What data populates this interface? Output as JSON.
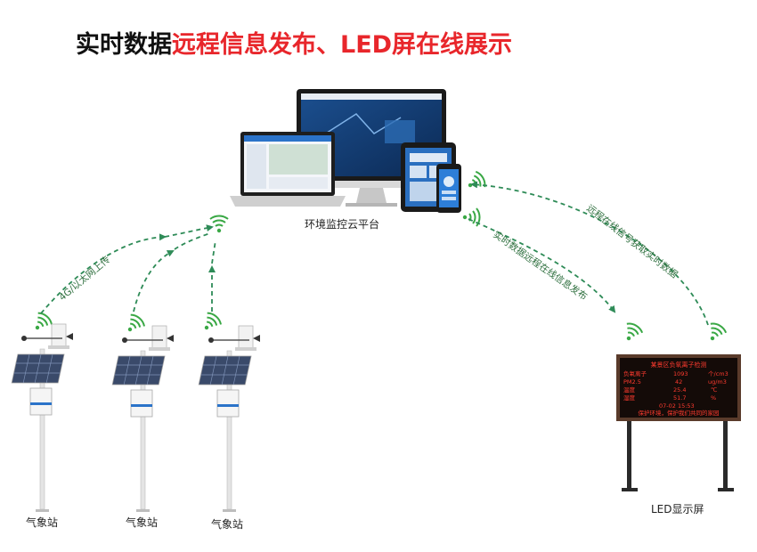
{
  "title": {
    "black": "实时数据",
    "red": "远程信息发布、LED屏在线展示"
  },
  "platform": {
    "label": "环境监控云平台"
  },
  "stations": [
    {
      "label": "气象站"
    },
    {
      "label": "气象站"
    },
    {
      "label": "气象站"
    }
  ],
  "led": {
    "label": "LED显示屏",
    "screen_title": "某景区负氧离子检测",
    "rows": [
      {
        "name": "负氧离子",
        "value": "1093",
        "unit": "个/cm3"
      },
      {
        "name": "PM2.5",
        "value": "42",
        "unit": "ug/m3"
      },
      {
        "name": "温度",
        "value": "25.4",
        "unit": "℃"
      },
      {
        "name": "湿度",
        "value": "51.7",
        "unit": "%"
      }
    ],
    "datetime": "07-02 15:53",
    "slogan": "保护环境，保护我们共同的家园"
  },
  "links": {
    "upload": "4G/以太网上传",
    "to_led": "实时数据远程在线信息发布",
    "from_led": "远程在线信号获取实时数据"
  },
  "colors": {
    "accent_red": "#e8262b",
    "link_green": "#2e8b57",
    "wifi_green": "#3aa845",
    "led_red": "#ff3b2f"
  }
}
